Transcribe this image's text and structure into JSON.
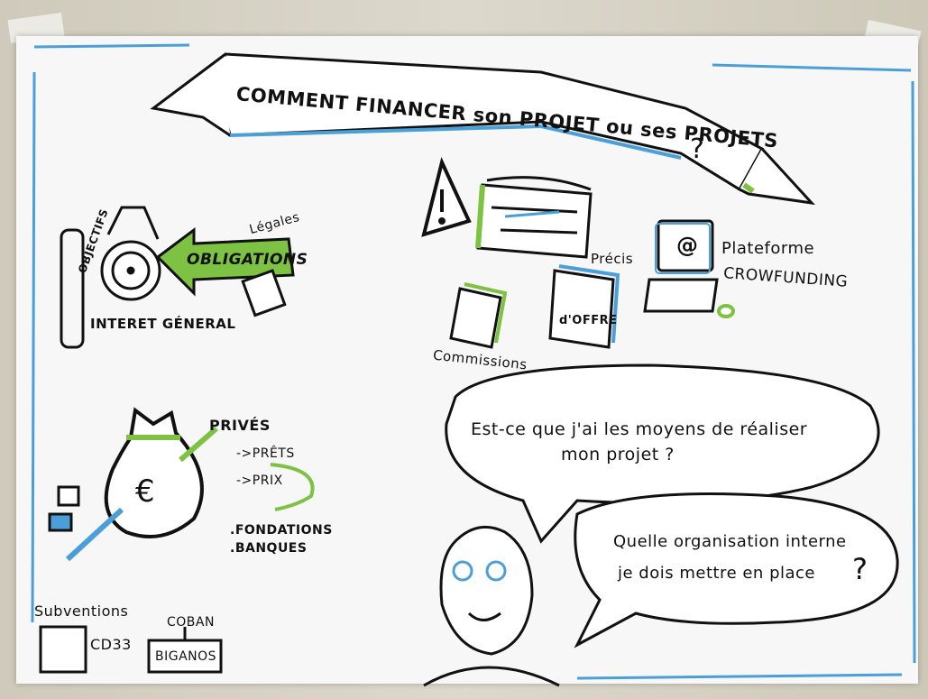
{
  "banner": {
    "title": "COMMENT FINANCER son PROJET ou ses PROJETS",
    "question_mark": "?"
  },
  "left_section": {
    "objectifs": "OBJECTIFS",
    "obligations": "OBLIGATIONS",
    "legales": "Légales",
    "interet_general": "INTERET GÉNERAL"
  },
  "center_section": {
    "precis": "Précis",
    "appel_offre": "d'OFFRE",
    "commissions": "Commissions"
  },
  "crowdfunding": {
    "at_symbol": "@",
    "plateforme": "Plateforme",
    "crowdfunding": "CROWFUNDING"
  },
  "money": {
    "euro": "€",
    "prives": "PRIVÉS",
    "prets": "->PRÊTS",
    "prix": "->PRIX",
    "fondations": ".FONDATIONS",
    "banques": ".BANQUES",
    "subventions": "Subventions",
    "cd33": "CD33",
    "coban": "COBAN",
    "biganos": "BIGANOS"
  },
  "speech": {
    "bubble1": "Est-ce que j'ai les moyens de réaliser mon projet ?",
    "bubble1_line1": "Est-ce que j'ai les moyens de réaliser",
    "bubble1_line2": "mon projet ?",
    "bubble2_line1": "Quelle organisation interne",
    "bubble2_line2": "je dois mettre en place",
    "bubble2_qmark": "?"
  },
  "colors": {
    "green": "#7dc242",
    "blue": "#4a9fd8",
    "ink": "#111111",
    "paper": "#f7f7f8"
  }
}
